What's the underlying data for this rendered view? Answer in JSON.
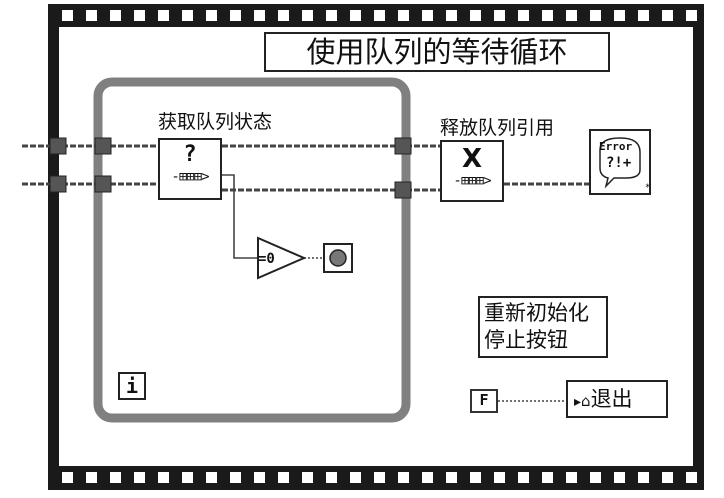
{
  "diagram": {
    "title": "使用队列的等待循环",
    "get_queue_status_label": "获取队列状态",
    "release_queue_label": "释放队列引用",
    "get_status_glyph": "?",
    "release_glyph": "X",
    "queue_icon_glyph": "-⊞⊞⊞>",
    "compare_label": "=0",
    "error_handler_text": "Error",
    "error_handler_symbol": "?!+",
    "comment_line1": "重新初始化",
    "comment_line2": "停止按钮",
    "iteration_terminal": "i",
    "false_constant": "F",
    "exit_local_label": "退出",
    "exit_arrow": "▸",
    "exit_house": "⌂",
    "colors": {
      "frame": "#1a1a1a",
      "loop_border": "#808080",
      "wire": "#444444",
      "tunnel": "#555555"
    }
  }
}
